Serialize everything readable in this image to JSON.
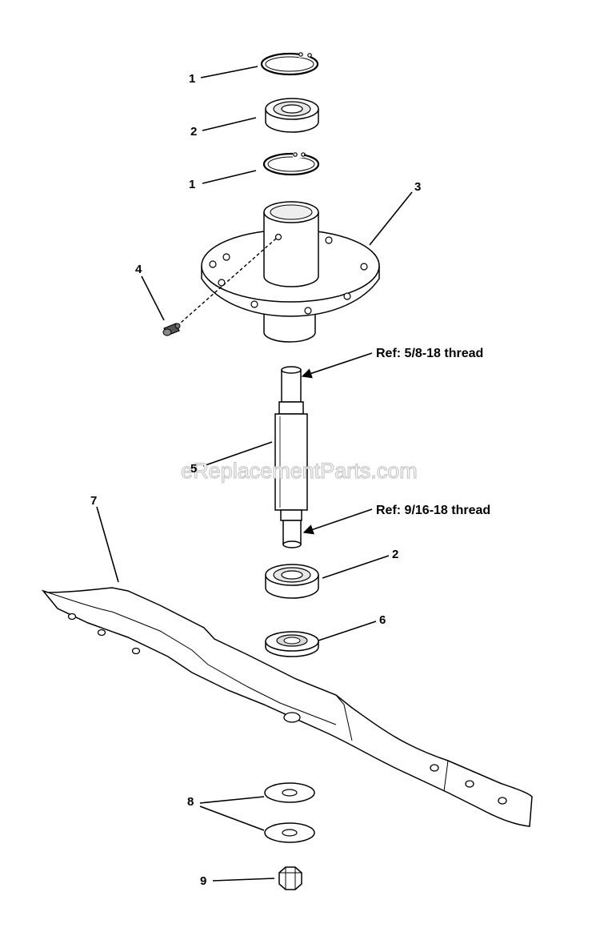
{
  "callouts": {
    "c1a": "1",
    "c2a": "2",
    "c1b": "1",
    "c3": "3",
    "c4": "4",
    "c5": "5",
    "c7": "7",
    "c2b": "2",
    "c6": "6",
    "c8": "8",
    "c9": "9"
  },
  "references": {
    "top_thread": "Ref: 5/8-18 thread",
    "bottom_thread": "Ref: 9/16-18 thread"
  },
  "watermark": "eReplacementParts.com"
}
